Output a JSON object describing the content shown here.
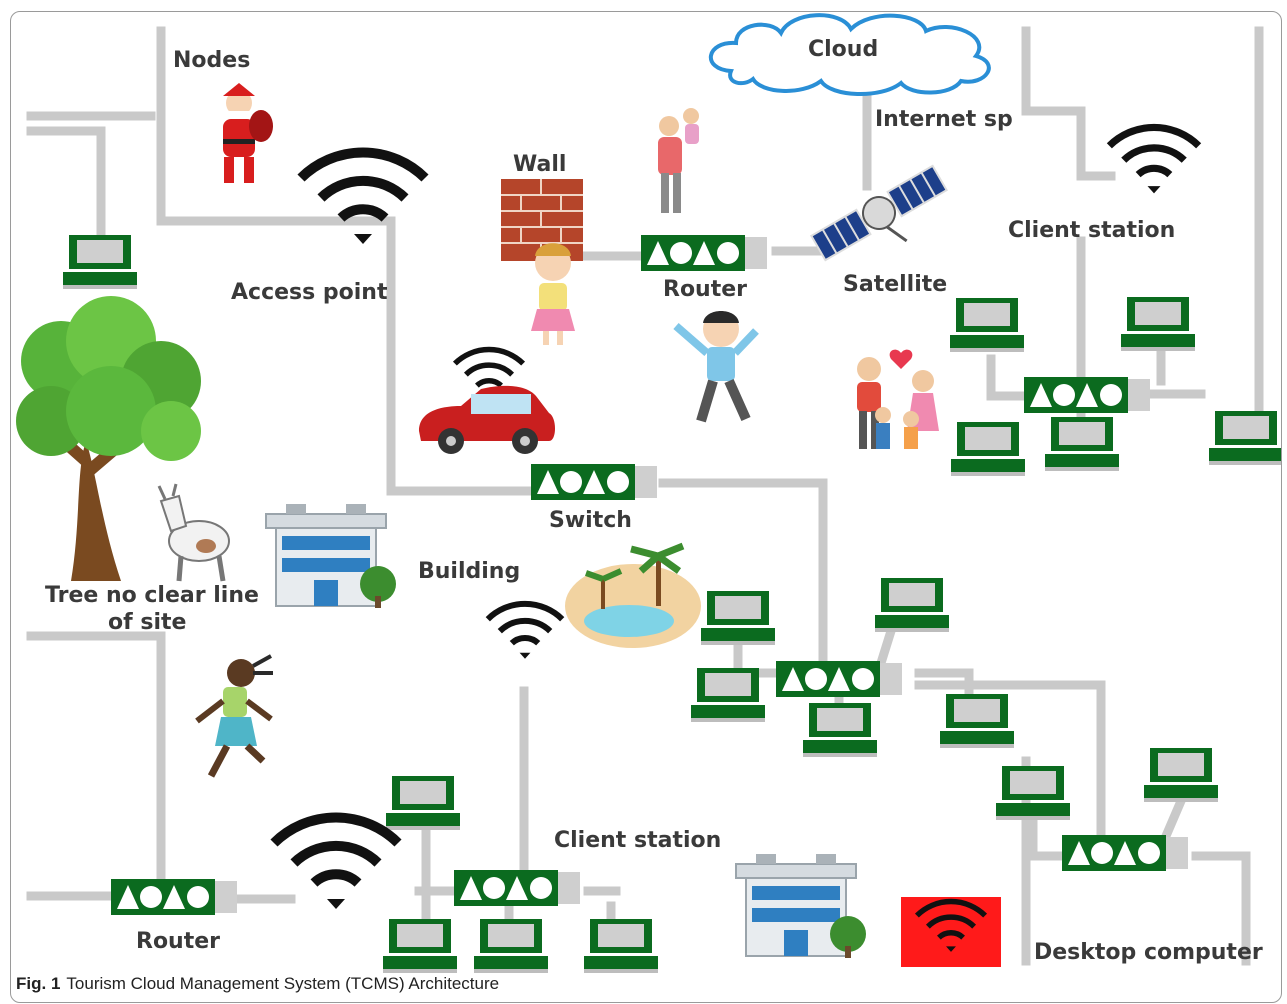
{
  "labels": {
    "nodes": "Nodes",
    "cloud": "Cloud",
    "internet_sp": "Internet sp",
    "wall": "Wall",
    "router_top": "Router",
    "satellite": "Satellite",
    "client_station_top": "Client station",
    "access_point": "Access point",
    "switch": "Switch",
    "building": "Building",
    "tree_line1": "Tree no clear line",
    "tree_line2": "of site",
    "client_station_bottom": "Client station",
    "router_bottom": "Router",
    "desktop_computer": "Desktop computer"
  },
  "caption": {
    "fig": "Fig. 1",
    "text": "Tourism Cloud Management System (TCMS) Architecture"
  },
  "colors": {
    "network_green": "#0b6b1f",
    "wire_gray": "#c9c9c9",
    "wifi_black": "#111111",
    "alert_red": "#ff1a1a",
    "cloud_blue": "#2a8fd6"
  }
}
